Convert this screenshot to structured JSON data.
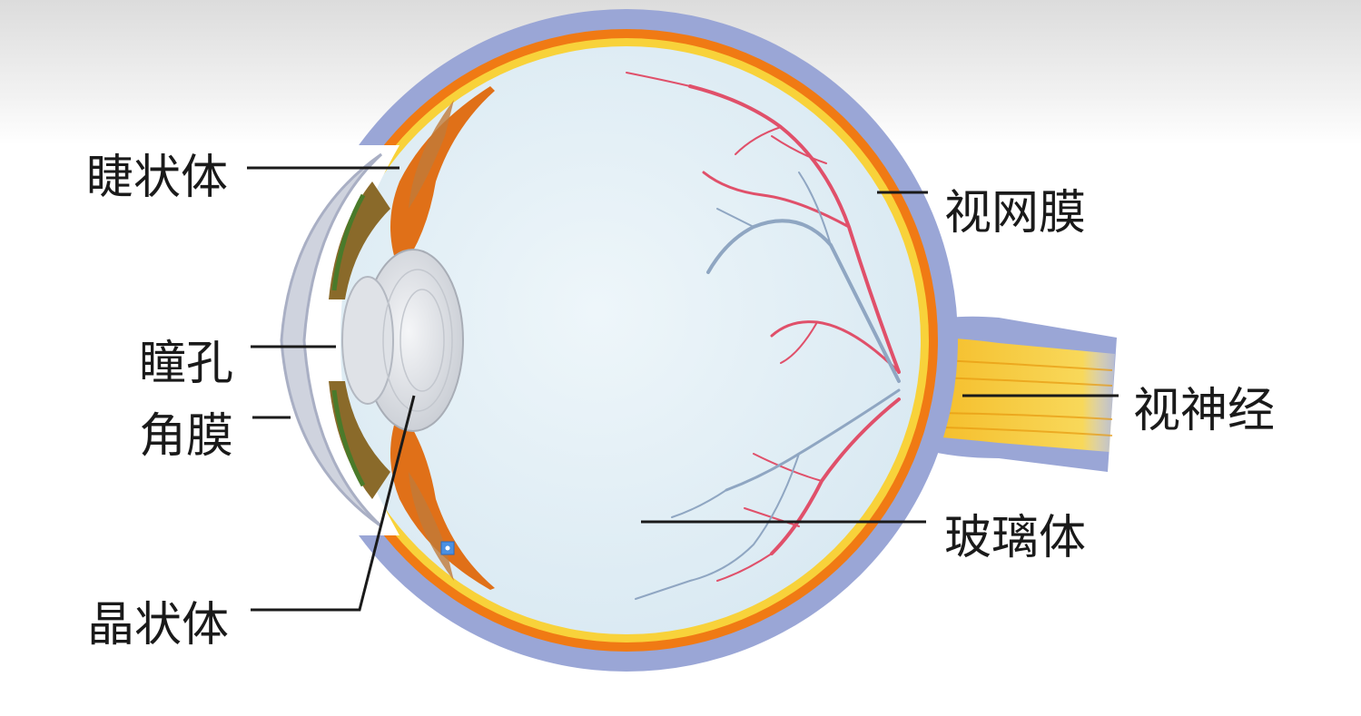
{
  "diagram": {
    "labels": {
      "ciliary_body": "睫状体",
      "pupil": "瞳孔",
      "cornea": "角膜",
      "lens": "晶状体",
      "retina": "视网膜",
      "optic_nerve": "视神经",
      "vitreous_body": "玻璃体"
    },
    "colors": {
      "sclera": "#9aa6d6",
      "choroid": "#f07a14",
      "retina": "#f8d23a",
      "vitreous": "#e8f2f8",
      "artery": "#e0506a",
      "vein": "#8fa6c2",
      "iris": "#8a6a2a",
      "lens": "#e4e6ea"
    }
  }
}
